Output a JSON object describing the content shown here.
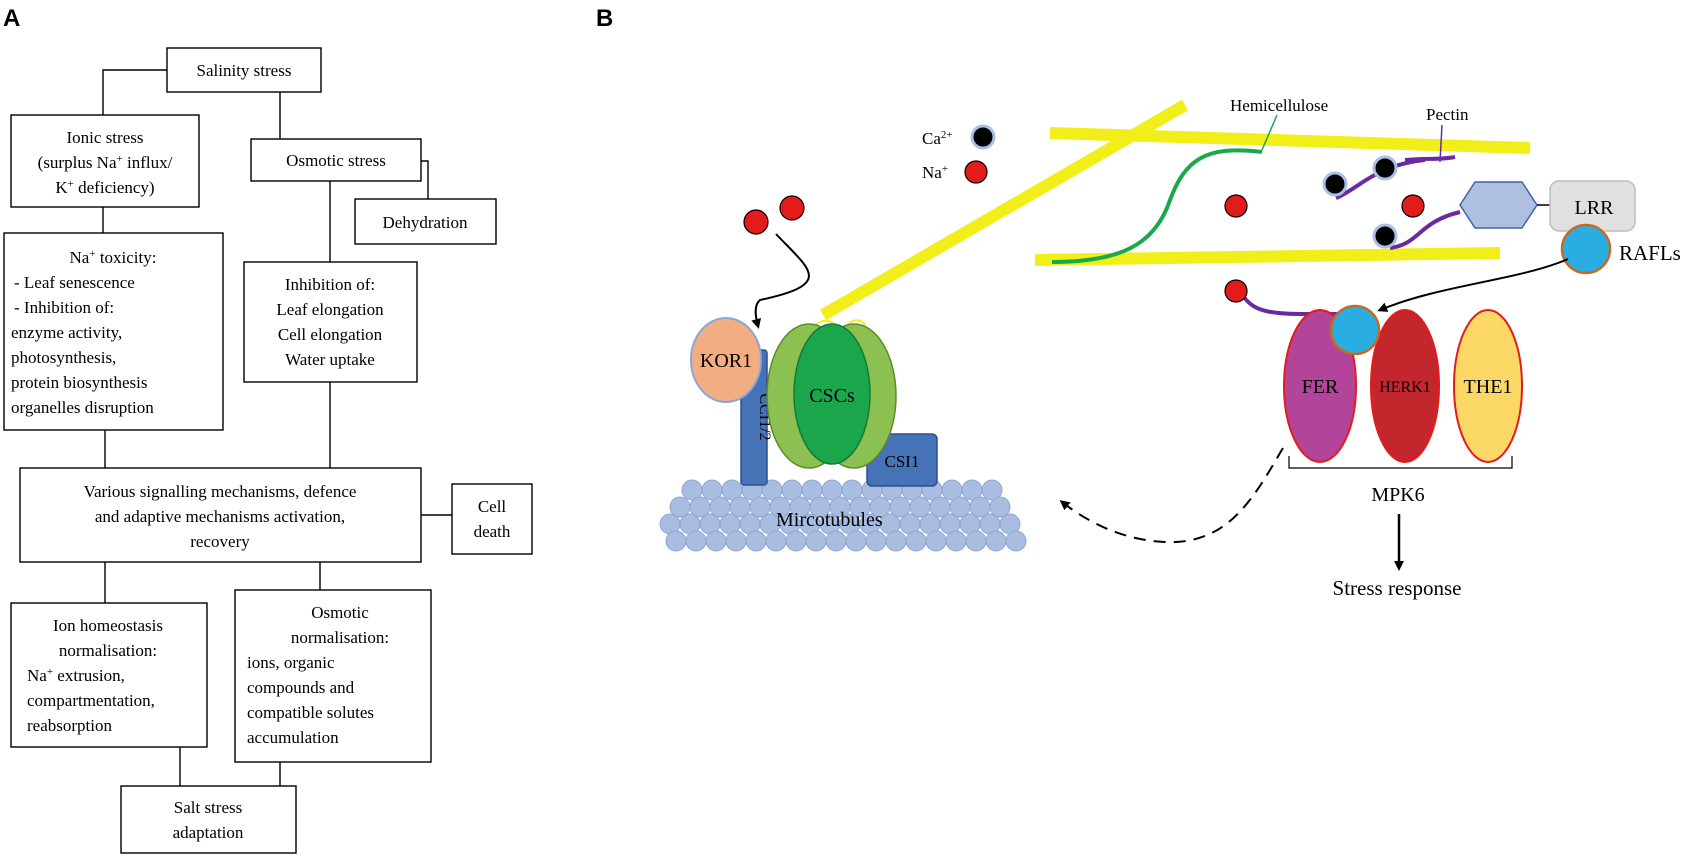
{
  "panels": {
    "a": "A",
    "b": "B"
  },
  "flowchart": {
    "salinity_stress": "Salinity stress",
    "ionic_stress": {
      "line1": "Ionic stress",
      "line2_pre": "(surplus Na",
      "line2_sup": "+",
      "line2_post": " influx/",
      "line3_pre": "K",
      "line3_sup": "+",
      "line3_post": " deficiency)"
    },
    "osmotic_stress": "Osmotic stress",
    "dehydration": "Dehydration",
    "na_toxicity": {
      "line1_pre": "Na",
      "line1_sup": "+",
      "line1_post": " toxicity:",
      "line2": "- Leaf senescence",
      "line3": "- Inhibition of:",
      "line4": "enzyme activity,",
      "line5": "photosynthesis,",
      "line6": "protein biosynthesis",
      "line7": "organelles disruption"
    },
    "inhibition": {
      "line1": "Inhibition of:",
      "line2": "Leaf elongation",
      "line3": "Cell elongation",
      "line4": "Water uptake"
    },
    "signalling": {
      "line1": "Various signalling mechanisms, defence",
      "line2": "and adaptive mechanisms activation,",
      "line3": "recovery"
    },
    "cell_death": {
      "line1": "Cell",
      "line2": "death"
    },
    "ion_homeostasis": {
      "line1": "Ion homeostasis",
      "line2": "normalisation:",
      "line3_pre": "Na",
      "line3_sup": "+",
      "line3_post": " extrusion,",
      "line4": "compartmentation,",
      "line5": "reabsorption"
    },
    "osmotic_norm": {
      "line1": "Osmotic",
      "line2": "normalisation:",
      "line3": "ions, organic",
      "line4": "compounds and",
      "line5": "compatible solutes",
      "line6": "accumulation"
    },
    "adaptation": {
      "line1": "Salt stress",
      "line2": "adaptation"
    }
  },
  "membrane_diagram": {
    "legend": {
      "ca_pre": "Ca",
      "ca_sup": "2+",
      "na_pre": "Na",
      "na_sup": "+"
    },
    "hemicellulose": "Hemicellulose",
    "pectin": "Pectin",
    "lrr": "LRR",
    "rafls": "RAFLs",
    "kor1": "KOR1",
    "cscs": "CSCs",
    "cci": "CCI1/2",
    "csi1": "CSI1",
    "microtubules": "Mircotubules",
    "fer": "FER",
    "herk1": "HERK1",
    "the1": "THE1",
    "mpk6": "MPK6",
    "stress_response": "Stress response",
    "colors": {
      "cellulose": "#f2ee1a",
      "hemicellulose": "#1aa84a",
      "pectin": "#6a2aa0",
      "ca_ion": "#000000",
      "na_ion": "#e31b1b",
      "membrane": "#4a6fb3",
      "kor1": "#f3ad83",
      "csc_light": "#8cc152",
      "csc_dark": "#1ca64c",
      "cci_csi": "#4672b8",
      "microtubule": "#a8bde0",
      "fer": "#b2459a",
      "herk1": "#c4262e",
      "the1": "#fbd766",
      "rafl": "#2aaee2",
      "lrr": "#e0e0e0",
      "hexagon": "#aebfe0"
    }
  }
}
